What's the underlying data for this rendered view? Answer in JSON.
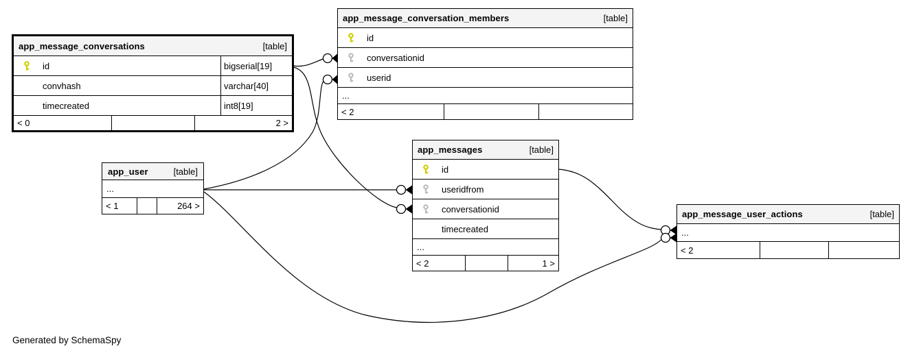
{
  "note": "Generated by SchemaSpy",
  "colors": {
    "primary_key_icon": "#cfcf00",
    "foreign_key_icon": "#bcbcbc",
    "table_header_bg": "#f4f4f4",
    "line": "#000000"
  },
  "tables": [
    {
      "name": "app_message_conversations",
      "tag": "[table]",
      "columns": [
        {
          "key": "pk",
          "name": "id",
          "type": "bigserial[19]"
        },
        {
          "key": "",
          "name": "convhash",
          "type": "varchar[40]"
        },
        {
          "key": "",
          "name": "timecreated",
          "type": "int8[19]"
        }
      ],
      "footer": {
        "left": "< 0",
        "mid": "",
        "right": "2 >"
      }
    },
    {
      "name": "app_message_conversation_members",
      "tag": "[table]",
      "columns": [
        {
          "key": "pk",
          "name": "id"
        },
        {
          "key": "fk",
          "name": "conversationid"
        },
        {
          "key": "fk",
          "name": "userid"
        }
      ],
      "ellipsis": "...",
      "footer": {
        "left": "< 2",
        "mid": "",
        "right": ""
      }
    },
    {
      "name": "app_user",
      "tag": "[table]",
      "columns": [],
      "ellipsis": "...",
      "footer": {
        "left": "< 1",
        "mid": "",
        "right": "264 >"
      }
    },
    {
      "name": "app_messages",
      "tag": "[table]",
      "columns": [
        {
          "key": "pk",
          "name": "id"
        },
        {
          "key": "fk",
          "name": "useridfrom"
        },
        {
          "key": "fk",
          "name": "conversationid"
        },
        {
          "key": "",
          "name": "timecreated"
        }
      ],
      "ellipsis": "...",
      "footer": {
        "left": "< 2",
        "mid": "",
        "right": "1 >"
      }
    },
    {
      "name": "app_message_user_actions",
      "tag": "[table]",
      "columns": [],
      "ellipsis": "...",
      "footer": {
        "left": "< 2",
        "mid": "",
        "right": ""
      }
    }
  ],
  "relationships": [
    {
      "from": "app_message_conversations.id",
      "to": "app_message_conversation_members.conversationid"
    },
    {
      "from": "app_message_conversations.id",
      "to": "app_messages.conversationid"
    },
    {
      "from": "app_user",
      "to": "app_message_conversation_members.userid"
    },
    {
      "from": "app_user",
      "to": "app_messages.useridfrom"
    },
    {
      "from": "app_user",
      "to": "app_message_user_actions"
    },
    {
      "from": "app_messages.id",
      "to": "app_message_user_actions"
    }
  ]
}
